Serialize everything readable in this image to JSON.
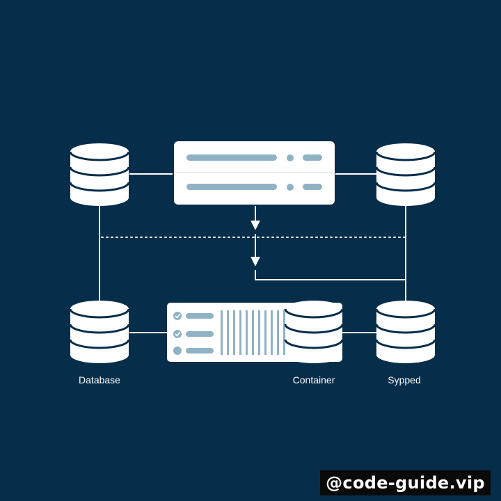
{
  "labels": {
    "database": "Database",
    "container": "Container",
    "sypped": "Sypped"
  },
  "watermark": "@code-guide.vip",
  "colors": {
    "background": "#062d4a",
    "node_fill": "#ffffff",
    "bar_accent": "#8fb3c4",
    "line": "#ffffff"
  }
}
